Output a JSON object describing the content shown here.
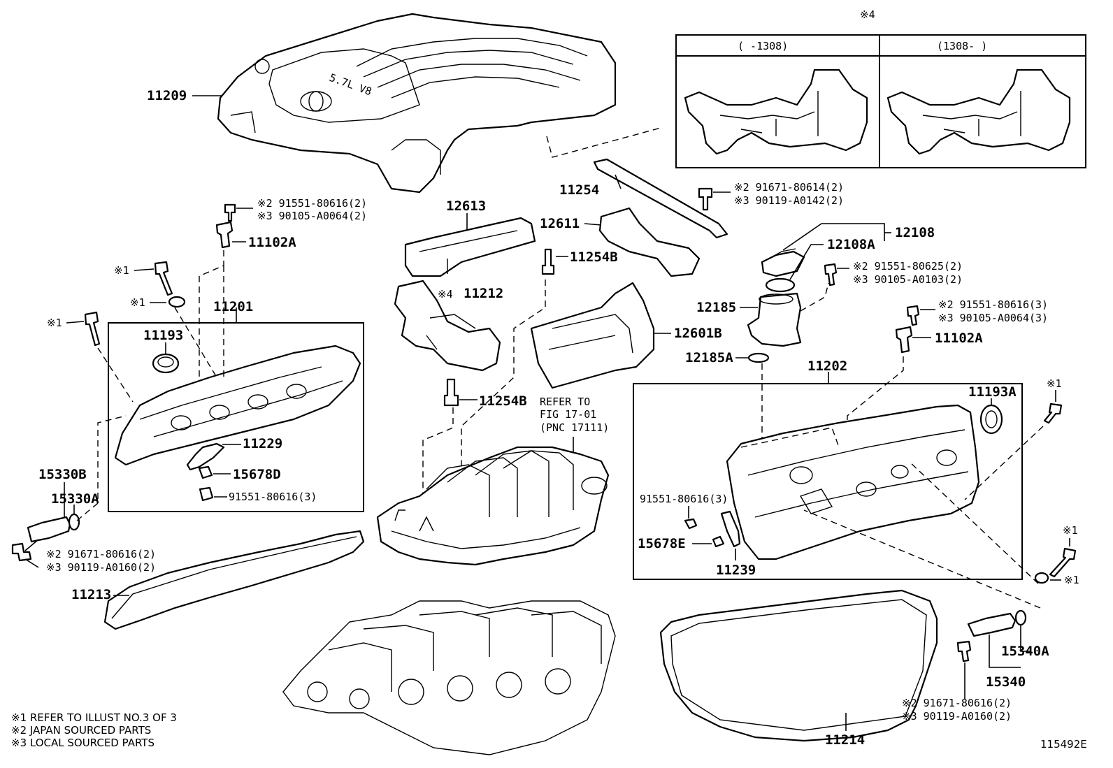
{
  "inset": {
    "marker": "※4",
    "left_range": "(      -1308)",
    "right_range": "(1308-      )"
  },
  "parts": {
    "p11209": "11209",
    "p11254": "11254",
    "p12613": "12613",
    "p12611": "12611",
    "p11254B_top": "11254B",
    "p11212": "11212",
    "p11212_mark": "※4",
    "p12601B": "12601B",
    "p11254B_bot": "11254B",
    "p12108": "12108",
    "p12108A": "12108A",
    "p12185": "12185",
    "p12185A": "12185A",
    "p11102A_left": "11102A",
    "p11102A_right": "11102A",
    "p11201": "11201",
    "p11193": "11193",
    "p11229": "11229",
    "p15678D": "15678D",
    "p15330B": "15330B",
    "p15330A": "15330A",
    "p11213": "11213",
    "p11202": "11202",
    "p11193A": "11193A",
    "p15678E": "15678E",
    "p11239": "11239",
    "p15340A": "15340A",
    "p15340": "15340",
    "p11214": "11214"
  },
  "subs": {
    "s_left_top_1": "※2 91551-80616(2)",
    "s_left_top_2": "※3 90105-A0064(2)",
    "s_mid_top_1": "※2 91671-80614(2)",
    "s_mid_top_2": "※3 90119-A0142(2)",
    "s_mid_2_1": "※2 91551-80625(2)",
    "s_mid_2_2": "※3 90105-A0103(2)",
    "s_right_1": "※2 91551-80616(3)",
    "s_right_2": "※3 90105-A0064(3)",
    "s_left_cover_bolt": "91551-80616(3)",
    "s_right_cover_bolt": "91551-80616(3)",
    "s_left_bot_1": "※2 91671-80616(2)",
    "s_left_bot_2": "※3 90119-A0160(2)",
    "s_right_bot_1": "※2 91671-80616(2)",
    "s_right_bot_2": "※3 90119-A0160(2)",
    "m1_a": "※1",
    "m1_b": "※1",
    "m1_c": "※1",
    "m1_d": "※1",
    "m1_e": "※1",
    "m1_f": "※1"
  },
  "refer": {
    "line1": "REFER TO",
    "line2": "FIG 17-01",
    "line3": "(PNC 17111)"
  },
  "legend": {
    "l1": "※1  REFER TO ILLUST NO.3 OF 3",
    "l2": "※2 JAPAN SOURCED PARTS",
    "l3": "※3 LOCAL SOURCED PARTS"
  },
  "figure_id": "115492E",
  "cover_emblem": "5.7L V8"
}
